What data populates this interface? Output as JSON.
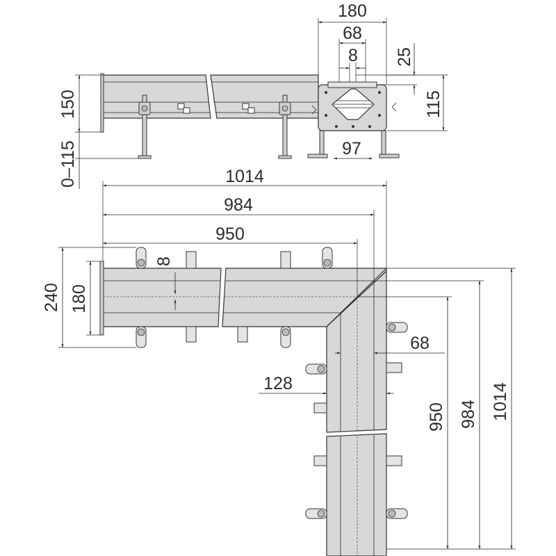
{
  "top_view": {
    "dims": {
      "width_180": "180",
      "width_68": "68",
      "width_8": "8",
      "height_25": "25",
      "height_115": "115",
      "height_150": "150",
      "adjust_0_115": "0–115",
      "foot_97": "97"
    }
  },
  "plan_view": {
    "dims": {
      "len_1014": "1014",
      "len_984": "984",
      "len_950": "950",
      "h_240": "240",
      "h_180": "180",
      "slot_8": "8",
      "w_68": "68",
      "w_128": "128",
      "v_950": "950",
      "v_984": "984",
      "v_1014": "1014"
    }
  },
  "colors": {
    "body": "#d8d8d8",
    "line": "#333333"
  }
}
